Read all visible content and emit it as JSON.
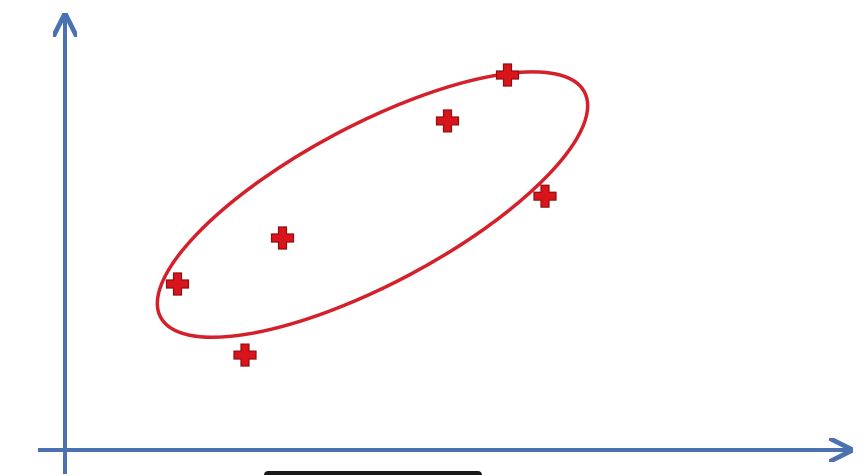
{
  "chart_data": {
    "type": "scatter",
    "title": "",
    "xlabel": "",
    "ylabel": "",
    "grid": false,
    "legend": "none",
    "xlim": [
      0,
      10
    ],
    "ylim": [
      0,
      10
    ],
    "points": [
      {
        "x": 1.5,
        "y": 3.9
      },
      {
        "x": 2.4,
        "y": 2.2
      },
      {
        "x": 2.9,
        "y": 5.0
      },
      {
        "x": 5.1,
        "y": 7.8
      },
      {
        "x": 5.9,
        "y": 8.9
      },
      {
        "x": 6.4,
        "y": 6.0
      }
    ],
    "cluster_outline": {
      "cx": 4.1,
      "cy": 5.8,
      "rx": 3.2,
      "ry": 1.9,
      "rotation_deg": -28
    },
    "colors": {
      "axis": "#4a72b0",
      "marker": "#d9151b",
      "marker_edge": "#8e0d10",
      "outline": "#d3202a"
    },
    "marker_icon": "plus-marker-icon",
    "axis_style": "arrowheads"
  }
}
